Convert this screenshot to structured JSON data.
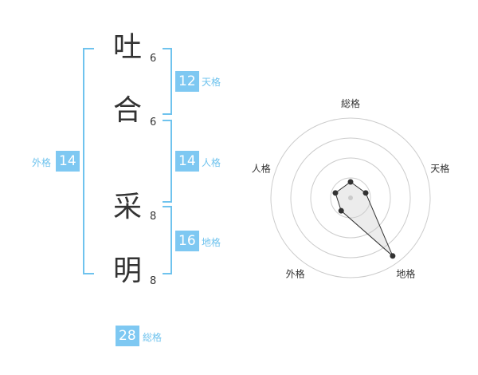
{
  "characters": [
    {
      "char": "吐",
      "strokes": "6"
    },
    {
      "char": "合",
      "strokes": "6"
    },
    {
      "char": "采",
      "strokes": "8"
    },
    {
      "char": "明",
      "strokes": "8"
    }
  ],
  "fortunes": {
    "tenkaku": {
      "value": "12",
      "label": "天格"
    },
    "jinkaku": {
      "value": "14",
      "label": "人格"
    },
    "chikaku": {
      "value": "16",
      "label": "地格"
    },
    "gaikaku": {
      "value": "14",
      "label": "外格"
    },
    "soukaku": {
      "value": "28",
      "label": "総格"
    }
  },
  "chart_data": {
    "type": "radar",
    "axes": [
      "総格",
      "天格",
      "地格",
      "外格",
      "人格"
    ],
    "series": [
      {
        "values": [
          0.2,
          0.2,
          0.9,
          0.2,
          0.2
        ]
      }
    ],
    "rings": 4,
    "range": [
      0,
      1
    ]
  },
  "colors": {
    "accent": "#7ec8f2",
    "bracket": "#6fc3ee",
    "text": "#333333"
  }
}
